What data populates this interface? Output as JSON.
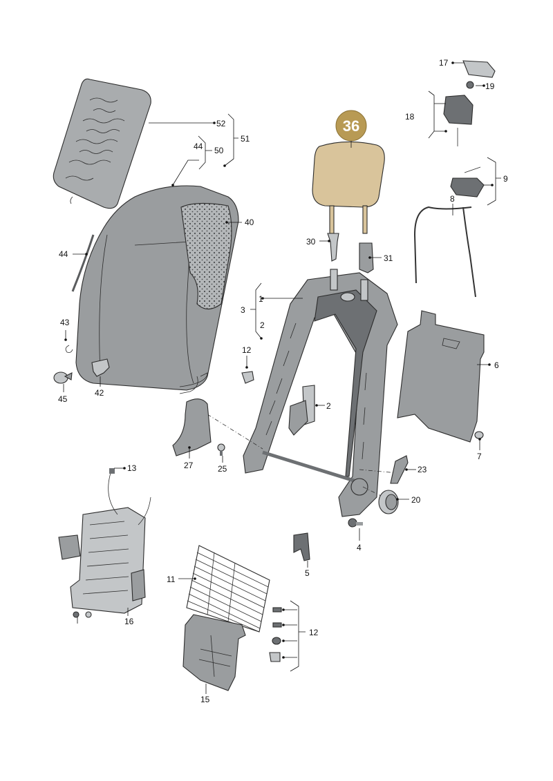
{
  "diagram": {
    "highlight": {
      "label": "36",
      "fill": "#b89a54",
      "text_color": "#ffffff",
      "part_fill": "#d9c49b"
    },
    "colors": {
      "part_fill": "#9a9d9f",
      "part_light": "#c3c6c8",
      "part_dark": "#6d7073",
      "line": "#2b2b2b"
    },
    "callouts": [
      {
        "id": "c17",
        "text": "17"
      },
      {
        "id": "c19",
        "text": "19"
      },
      {
        "id": "c18",
        "text": "18"
      },
      {
        "id": "c52",
        "text": "52"
      },
      {
        "id": "c51",
        "text": "51"
      },
      {
        "id": "c44a",
        "text": "44"
      },
      {
        "id": "c50",
        "text": "50"
      },
      {
        "id": "c9",
        "text": "9"
      },
      {
        "id": "c8",
        "text": "8"
      },
      {
        "id": "c40",
        "text": "40"
      },
      {
        "id": "c30",
        "text": "30"
      },
      {
        "id": "c31",
        "text": "31"
      },
      {
        "id": "c44b",
        "text": "44"
      },
      {
        "id": "c1",
        "text": "1"
      },
      {
        "id": "c3",
        "text": "3"
      },
      {
        "id": "c2a",
        "text": "2"
      },
      {
        "id": "c43",
        "text": "43"
      },
      {
        "id": "c6",
        "text": "6"
      },
      {
        "id": "c12a",
        "text": "12"
      },
      {
        "id": "c42",
        "text": "42"
      },
      {
        "id": "c45",
        "text": "45"
      },
      {
        "id": "c2b",
        "text": "2"
      },
      {
        "id": "c7",
        "text": "7"
      },
      {
        "id": "c27",
        "text": "27"
      },
      {
        "id": "c25",
        "text": "25"
      },
      {
        "id": "c23",
        "text": "23"
      },
      {
        "id": "c13",
        "text": "13"
      },
      {
        "id": "c20",
        "text": "20"
      },
      {
        "id": "c4",
        "text": "4"
      },
      {
        "id": "c5",
        "text": "5"
      },
      {
        "id": "c11",
        "text": "11"
      },
      {
        "id": "c16",
        "text": "16"
      },
      {
        "id": "c12b",
        "text": "12"
      },
      {
        "id": "c15",
        "text": "15"
      }
    ]
  }
}
